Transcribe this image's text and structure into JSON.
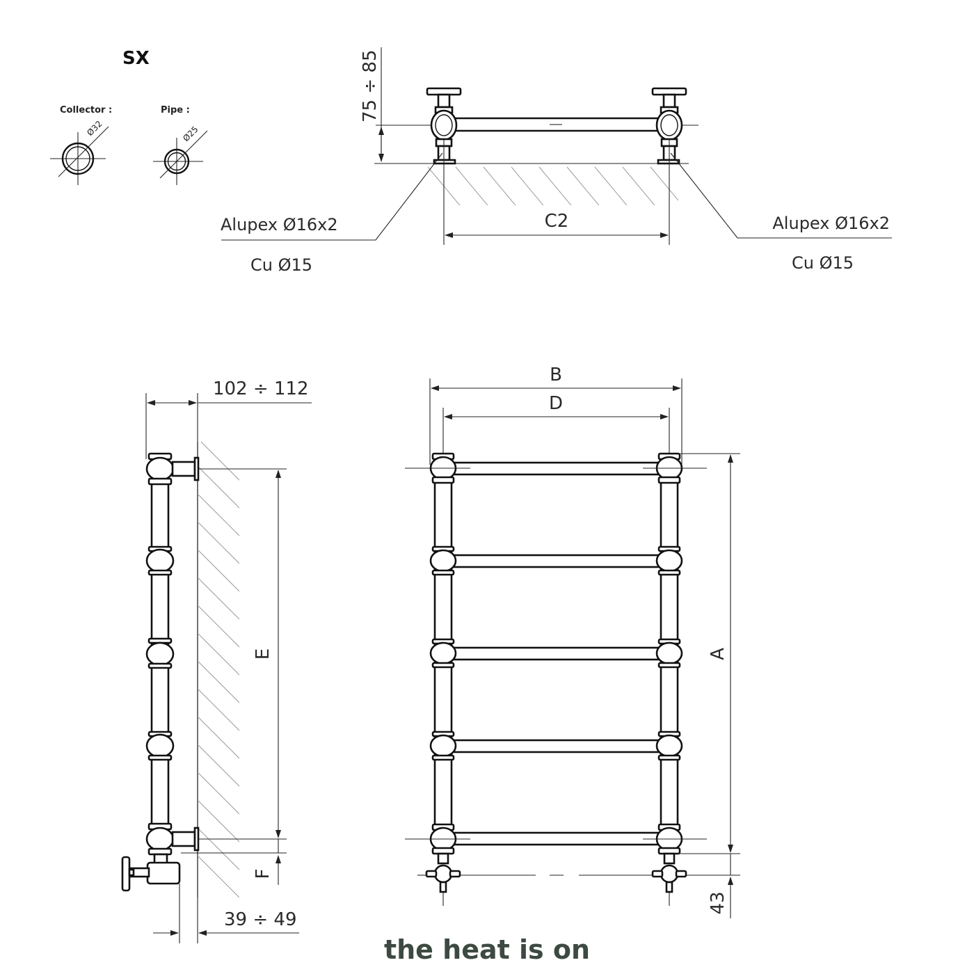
{
  "variant": {
    "label": "SX"
  },
  "sections": {
    "collector": {
      "label": "Collector :",
      "diameter": "Ø32"
    },
    "pipe": {
      "label": "Pipe :",
      "diameter": "Ø25"
    }
  },
  "top_view": {
    "height_range": "75 ÷ 85",
    "spacing_label": "C2",
    "left_connection": {
      "primary": "Alupex Ø16x2",
      "secondary": "Cu Ø15"
    },
    "right_connection": {
      "primary": "Alupex Ø16x2",
      "secondary": "Cu Ø15"
    }
  },
  "side_view": {
    "wall_distance": "102 ÷ 112",
    "valve_depth": "39 ÷ 49",
    "height_label": "E",
    "bottom_label": "F"
  },
  "front_view": {
    "overall_width": "B",
    "center_width": "D",
    "overall_height": "A",
    "valve_offset": "43"
  },
  "brand": {
    "logo_text": "the heat is on"
  }
}
